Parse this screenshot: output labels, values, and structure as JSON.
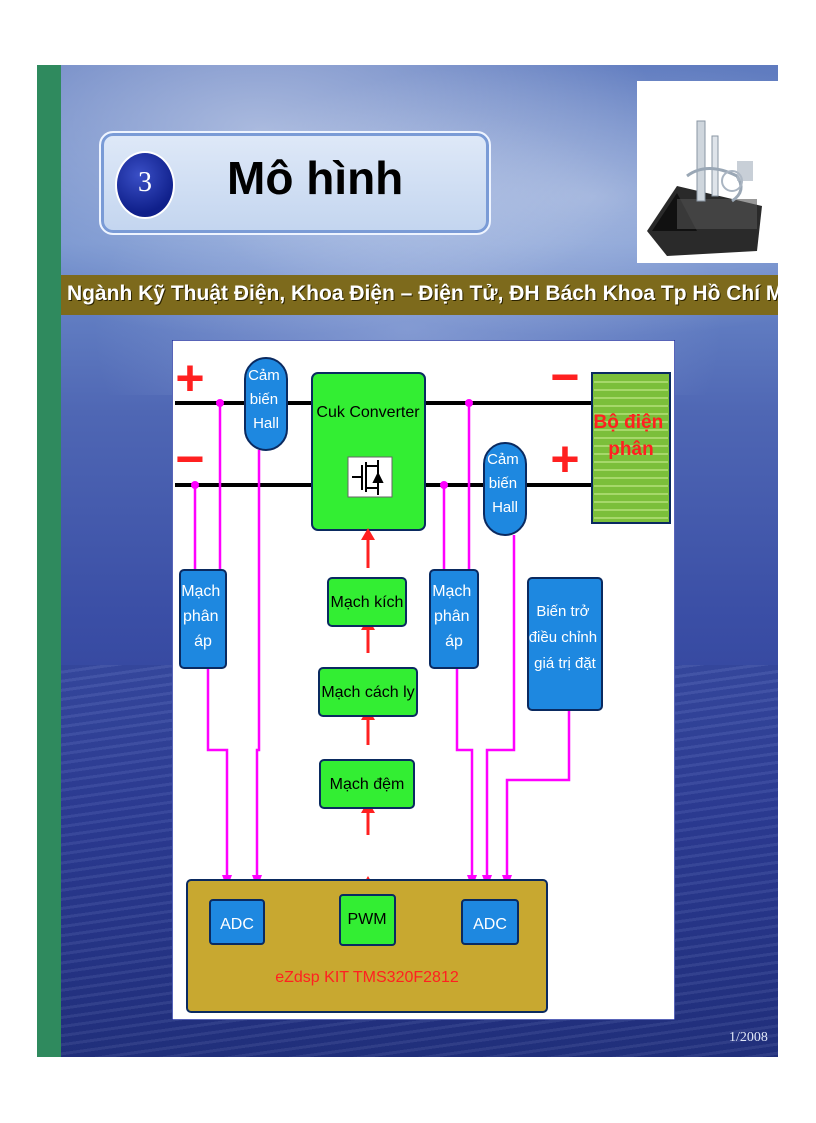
{
  "slide": {
    "number": "3",
    "title": "Mô hình",
    "subtitle": "Ngành Kỹ Thuật Điện, Khoa Điện – Điện Tử, ĐH Bách Khoa Tp Hồ Chí Minh",
    "footer": "1/2008",
    "photo_icon": "electrolysis-apparatus-photo"
  },
  "diagram": {
    "plus_left": "+",
    "minus_left": "−",
    "minus_right": "−",
    "plus_right": "+",
    "hall1": [
      "Cảm",
      "biến",
      "Hall"
    ],
    "hall2": [
      "Cảm",
      "biến",
      "Hall"
    ],
    "cuk": "Cuk Converter",
    "load": [
      "Bộ điện",
      "phân"
    ],
    "divider1": [
      "Mạch",
      "phân",
      "áp"
    ],
    "divider2": [
      "Mạch",
      "phân",
      "áp"
    ],
    "driver": "Mạch kích",
    "isolation": "Mạch cách ly",
    "buffer": "Mạch đệm",
    "pot": [
      "Biến trở",
      "điều chỉnh",
      "giá trị đặt"
    ],
    "adc1": "ADC",
    "pwm": "PWM",
    "adc2": "ADC",
    "kit": "eZdsp KIT TMS320F2812"
  },
  "colors": {
    "green_box": "#33ee33",
    "blue_box": "#1e88e0",
    "kit_box": "#c8a830",
    "signal": "#ff00ff",
    "arrow": "#ff2020"
  }
}
